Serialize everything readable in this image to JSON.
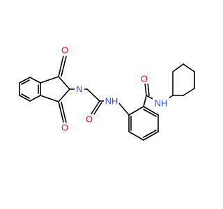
{
  "molecule": {
    "atoms": {
      "o_top": {
        "label": "O",
        "color": "#ff0d0d"
      },
      "o_bottom": {
        "label": "O",
        "color": "#ff0d0d"
      },
      "n_imide": {
        "label": "N",
        "color": "#3050f8"
      },
      "o_amide1": {
        "label": "O",
        "color": "#ff0d0d"
      },
      "nh_amide1": {
        "label": "NH",
        "color": "#3050f8"
      },
      "o_amide2": {
        "label": "O",
        "color": "#ff0d0d"
      },
      "nh_amide2": {
        "label": "NH",
        "color": "#3050f8"
      }
    }
  }
}
